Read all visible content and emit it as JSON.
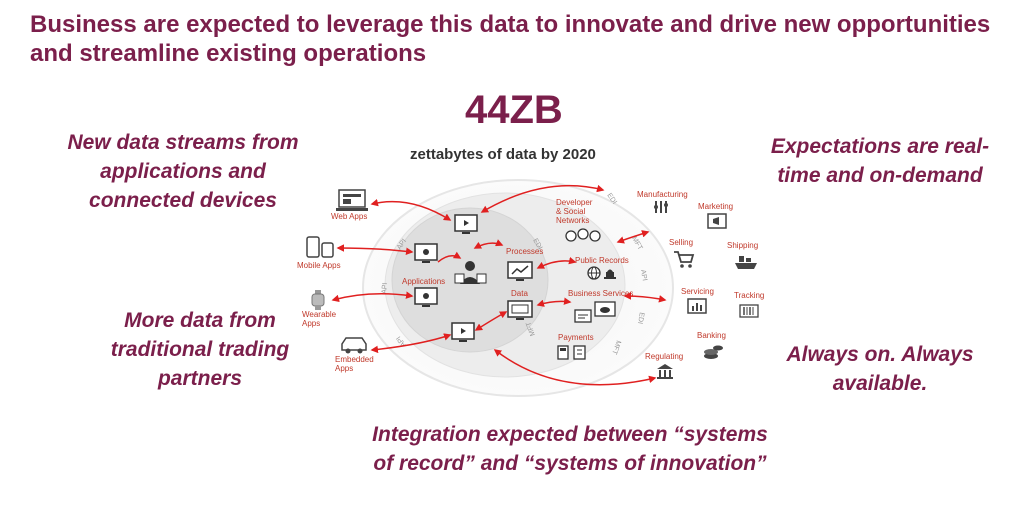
{
  "colors": {
    "accent": "#7b1f4b",
    "arrow": "#e02020",
    "label": "#c0392b"
  },
  "header": {
    "title": "Business are expected to leverage this data to innovate and drive new opportunities and streamline existing operations"
  },
  "stat": {
    "value": "44ZB",
    "caption": "zettabytes of data by 2020"
  },
  "notes": {
    "left_top": "New data streams from applications and connected devices",
    "left_bottom": "More data from traditional trading partners",
    "right_top": "Expectations are real-time and on-demand",
    "right_bottom": "Always on. Always available.",
    "bottom": "Integration expected between “systems of record” and “systems of innovation”"
  },
  "diagram": {
    "left_devices": [
      {
        "label": "Web Apps",
        "icon": "laptop-icon"
      },
      {
        "label": "Mobile Apps",
        "icon": "mobile-icon"
      },
      {
        "label": "Wearable Apps",
        "icon": "watch-icon"
      },
      {
        "label": "Embedded Apps",
        "icon": "car-icon"
      }
    ],
    "inner_labels": {
      "processes": "Processes",
      "applications": "Applications",
      "data": "Data"
    },
    "middle_labels": {
      "developer_networks": "Developer & Social Networks",
      "public_records": "Public Records",
      "business_services": "Business Services",
      "payments": "Payments"
    },
    "partners": [
      {
        "label": "Manufacturing",
        "icon": "factory-icon"
      },
      {
        "label": "Marketing",
        "icon": "megaphone-icon"
      },
      {
        "label": "Selling",
        "icon": "cart-icon"
      },
      {
        "label": "Shipping",
        "icon": "ship-icon"
      },
      {
        "label": "Servicing",
        "icon": "chart-icon"
      },
      {
        "label": "Tracking",
        "icon": "barcode-icon"
      },
      {
        "label": "Banking",
        "icon": "coins-icon"
      },
      {
        "label": "Regulating",
        "icon": "bank-icon"
      }
    ],
    "ring_labels": [
      "API",
      "API",
      "API",
      "MFT",
      "EDI",
      "MFT",
      "API",
      "EDI",
      "MFT",
      "EDI"
    ]
  }
}
